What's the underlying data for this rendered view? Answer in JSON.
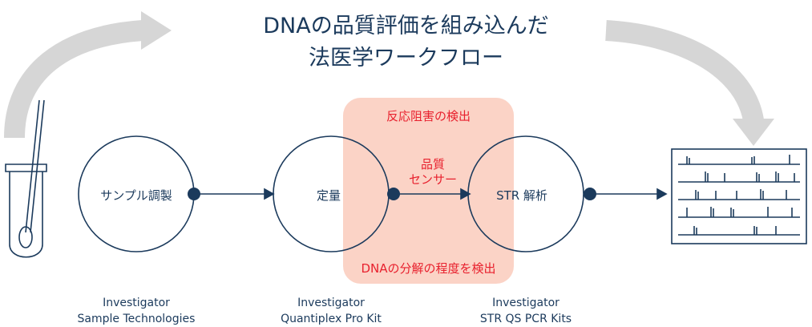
{
  "title": {
    "line1": "DNAの品質評価を組み込んだ",
    "line2": "法医学ワークフロー"
  },
  "steps": [
    {
      "label": "サンプル調製",
      "product_line1": "Investigator",
      "product_line2": "Sample Technologies"
    },
    {
      "label": "定量",
      "product_line1": "Investigator",
      "product_line2": "Quantiplex Pro Kit"
    },
    {
      "label": "STR 解析",
      "product_line1": "Investigator",
      "product_line2": "STR QS PCR Kits"
    }
  ],
  "highlight": {
    "top_label": "反応阻害の検出",
    "center_line1": "品質",
    "center_line2": "センサー",
    "bottom_label": "DNAの分解の程度を検出"
  },
  "colors": {
    "primary": "#1b3a5c",
    "accent_red": "#e8212e",
    "highlight_fill": "#fbd3c6",
    "arc_gray": "#d4d4d4"
  }
}
